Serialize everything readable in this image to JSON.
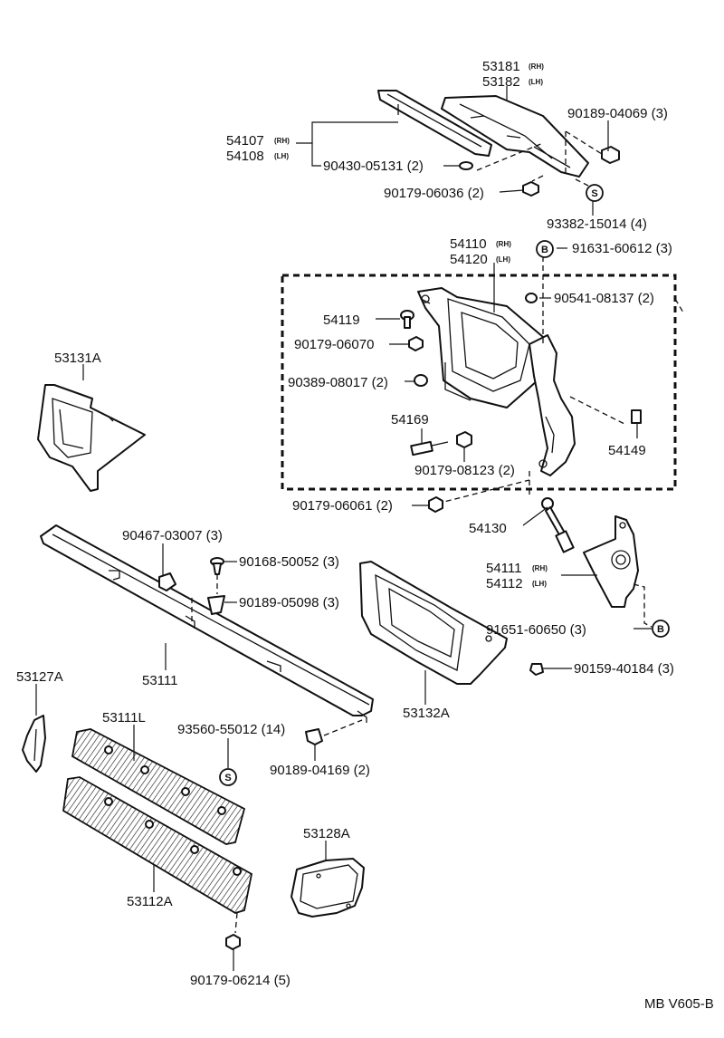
{
  "labels": {
    "p53181": "53181",
    "p53182": "53182",
    "p54107": "54107",
    "p54108": "54108",
    "p90189_04069": "90189-04069 (3)",
    "p90430_05131": "90430-05131 (2)",
    "p90179_06036": "90179-06036 (2)",
    "p93382_15014": "93382-15014 (4)",
    "p54110": "54110",
    "p54120": "54120",
    "p91631_60612": "91631-60612 (3)",
    "p90541_08137": "90541-08137 (2)",
    "p54119": "54119",
    "p90179_06070": "90179-06070",
    "p90389_08017": "90389-08017 (2)",
    "p54169": "54169",
    "p90179_08123": "90179-08123 (2)",
    "p54149": "54149",
    "p53131A": "53131A",
    "p90179_06061": "90179-06061 (2)",
    "p54130": "54130",
    "p90467_03007": "90467-03007 (3)",
    "p90168_50052": "90168-50052 (3)",
    "p90189_05098": "90189-05098 (3)",
    "p54111": "54111",
    "p54112": "54112",
    "p91651_60650": "91651-60650 (3)",
    "p90159_40184": "90159-40184 (3)",
    "p53111": "53111",
    "p53132A": "53132A",
    "p53127A": "53127A",
    "p53111L": "53111L",
    "p93560_55012": "93560-55012 (14)",
    "p90189_04169": "90189-04169 (2)",
    "p53128A": "53128A",
    "p53112A": "53112A",
    "p90179_06214": "90179-06214 (5)"
  },
  "side": {
    "rh": "(RH)",
    "lh": "(LH)"
  },
  "codes": {
    "b": "B",
    "s": "S"
  },
  "footer": "MB V605-B"
}
